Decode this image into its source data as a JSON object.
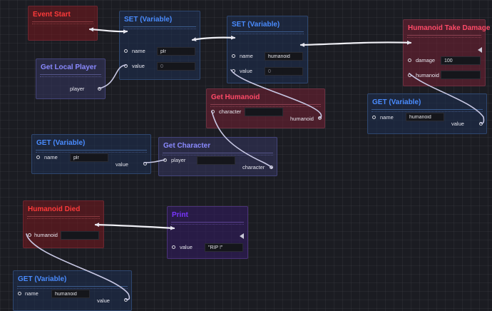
{
  "nodes": {
    "event_start": {
      "title": "Event Start"
    },
    "set_plr": {
      "title": "SET (Variable)",
      "name_label": "name",
      "name_value": "plr",
      "value_label": "value",
      "value_value": "0"
    },
    "set_humanoid": {
      "title": "SET (Variable)",
      "name_label": "name",
      "name_value": "humanoid",
      "value_label": "value",
      "value_value": "0"
    },
    "humanoid_take_damage": {
      "title": "Humanoid Take Damage",
      "damage_label": "damage",
      "damage_value": "100",
      "humanoid_label": "humanoid",
      "humanoid_value": ""
    },
    "get_local_player": {
      "title": "Get Local Player",
      "player_label": "player"
    },
    "get_humanoid": {
      "title": "Get Humanoid",
      "character_label": "character",
      "character_value": "",
      "humanoid_label": "humanoid"
    },
    "get_var_humanoid_right": {
      "title": "GET (Variable)",
      "name_label": "name",
      "name_value": "humanoid",
      "value_label": "value"
    },
    "get_var_plr": {
      "title": "GET (Variable)",
      "name_label": "name",
      "name_value": "plr",
      "value_label": "value"
    },
    "get_character": {
      "title": "Get Character",
      "player_label": "player",
      "player_value": "",
      "character_label": "character"
    },
    "humanoid_died": {
      "title": "Humanoid Died",
      "humanoid_label": "humanoid",
      "humanoid_value": ""
    },
    "print": {
      "title": "Print",
      "value_label": "value",
      "value_value": "\"RIP !\""
    },
    "get_var_humanoid_bottom": {
      "title": "GET (Variable)",
      "name_label": "name",
      "name_value": "humanoid",
      "value_label": "value"
    }
  },
  "colors": {
    "wire": "#d0d0e0",
    "event_title": "#ff3a3a",
    "variable_title": "#4a8cff",
    "getter_title": "#8a8aff",
    "humanoid_title": "#ff4a68",
    "print_title": "#7a36ff"
  }
}
